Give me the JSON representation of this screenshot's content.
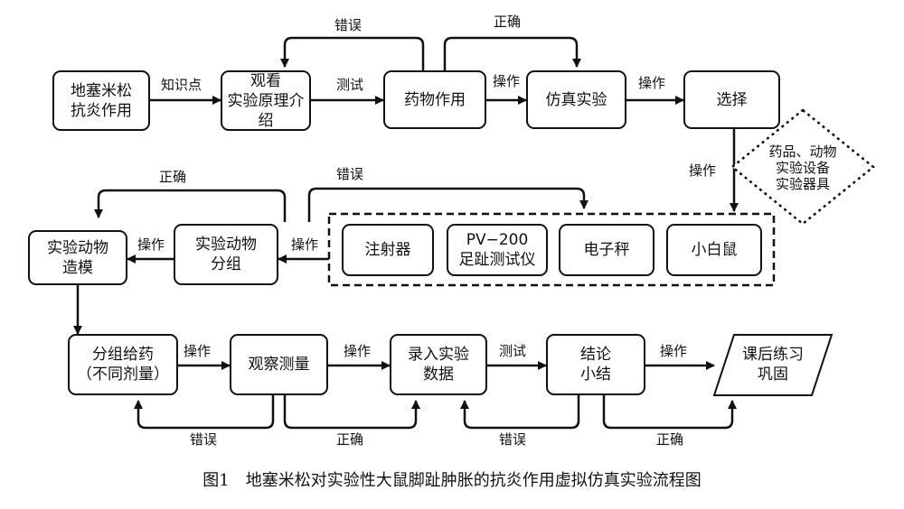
{
  "caption": "图1　地塞米松对实验性大鼠脚趾肿胀的抗炎作用虚拟仿真实验流程图",
  "nodes": {
    "dex": "地塞米松\n抗炎作用",
    "principle": "观看\n实验原理介\n绍",
    "drug_action": "药物作用",
    "sim": "仿真实验",
    "select": "选择",
    "diamond": "药品、动物\n实验设备\n实验器具",
    "model": "实验动物\n造模",
    "group": "实验动物\n分组",
    "syringe": "注射器",
    "pv200": "PV−200\n足趾测试仪",
    "scale": "电子秤",
    "mouse": "小白鼠",
    "dosing": "分组给药\n（不同剂量）",
    "observe": "观察测量",
    "record": "录入实验\n数据",
    "conclusion": "结论\n小结",
    "homework": "课后练习\n巩固"
  },
  "edge_labels": {
    "knowledge": "知识点",
    "test1": "测试",
    "wrong_top": "错误",
    "right_top": "正确",
    "op_drug_sim": "操作",
    "op_sim_select": "操作",
    "op_select_equip": "操作",
    "right_mid": "正确",
    "wrong_mid": "错误",
    "op_equip_group": "操作",
    "op_group_model": "操作",
    "op_dosing": "操作",
    "op_observe": "操作",
    "test2": "测试",
    "op_conclusion": "操作",
    "wrong_b1": "错误",
    "right_b1": "正确",
    "wrong_b2": "错误",
    "right_b2": "正确"
  }
}
